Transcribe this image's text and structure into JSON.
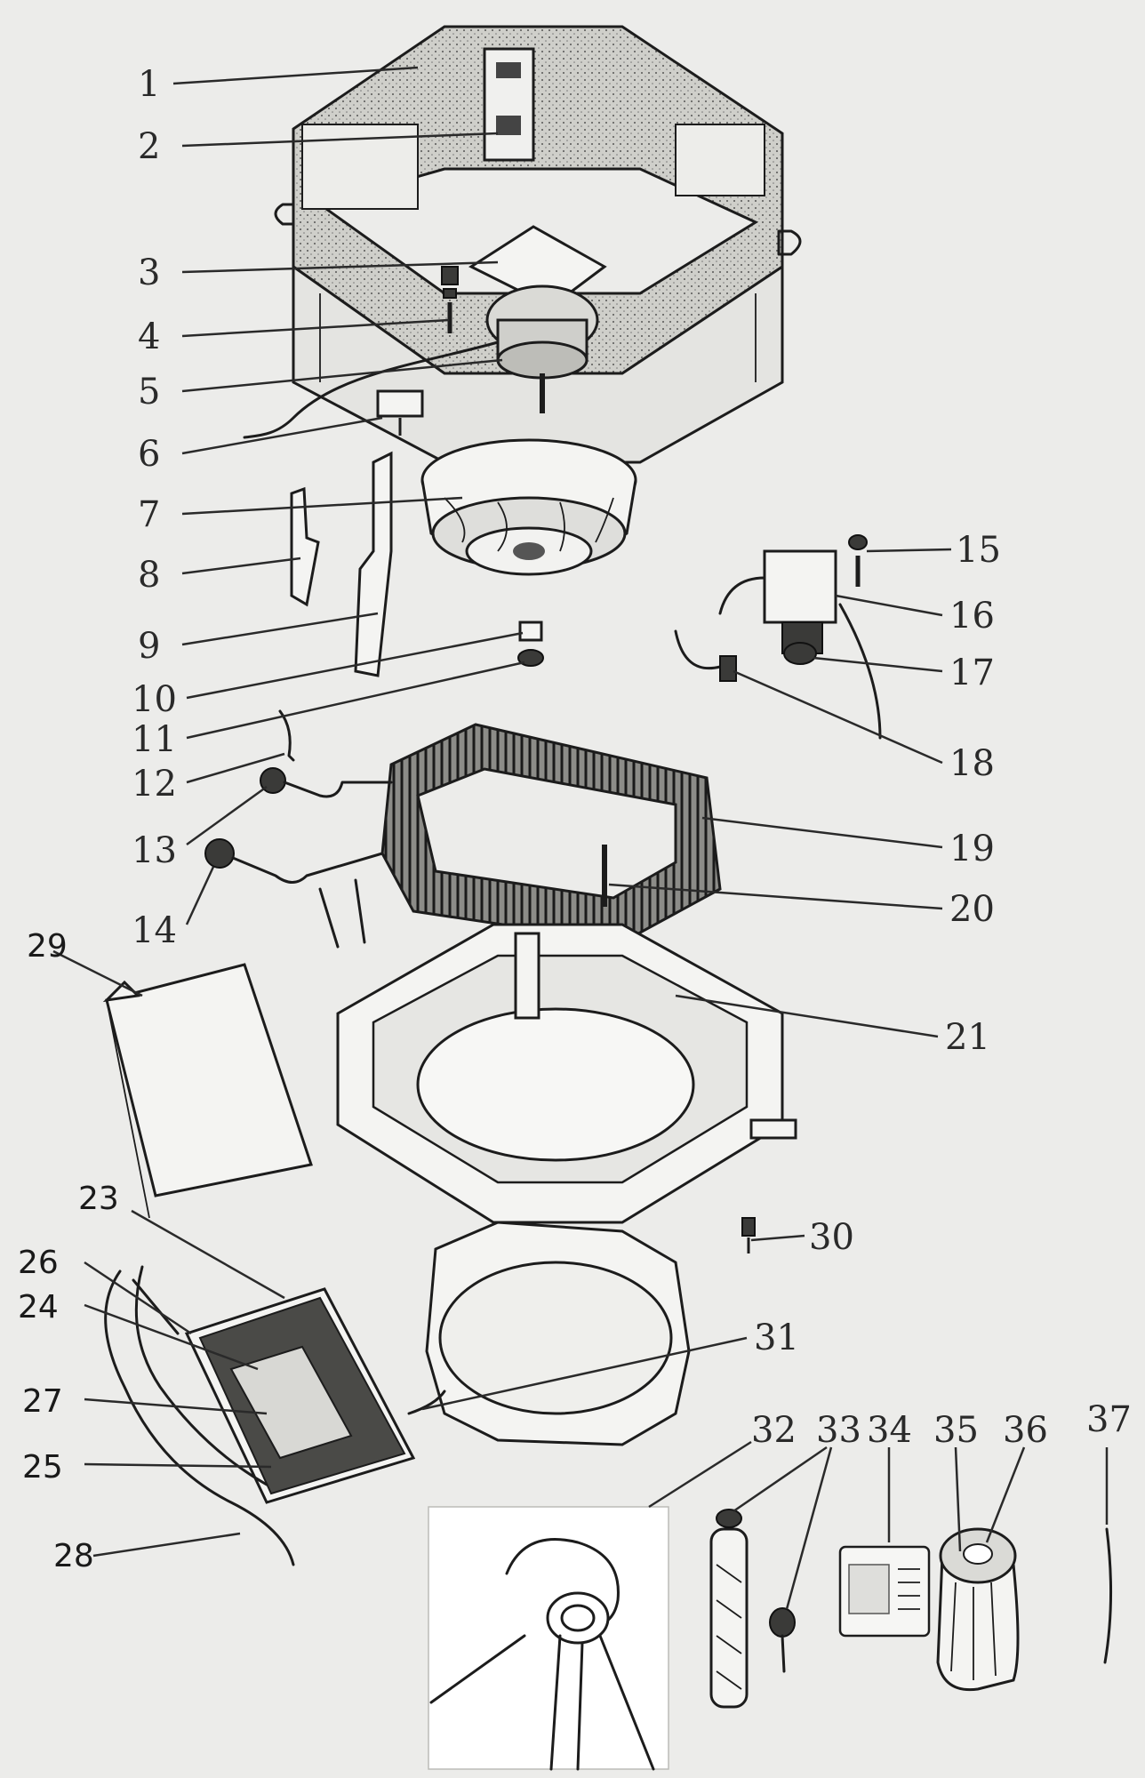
{
  "callouts": [
    {
      "id": "1"
    },
    {
      "id": "2"
    },
    {
      "id": "3"
    },
    {
      "id": "4"
    },
    {
      "id": "5"
    },
    {
      "id": "6"
    },
    {
      "id": "7"
    },
    {
      "id": "8"
    },
    {
      "id": "9"
    },
    {
      "id": "10"
    },
    {
      "id": "11"
    },
    {
      "id": "12"
    },
    {
      "id": "13"
    },
    {
      "id": "14"
    },
    {
      "id": "15"
    },
    {
      "id": "16"
    },
    {
      "id": "17"
    },
    {
      "id": "18"
    },
    {
      "id": "19"
    },
    {
      "id": "20"
    },
    {
      "id": "21"
    },
    {
      "id": "23"
    },
    {
      "id": "24"
    },
    {
      "id": "25"
    },
    {
      "id": "26"
    },
    {
      "id": "27"
    },
    {
      "id": "28"
    },
    {
      "id": "29"
    },
    {
      "id": "30"
    },
    {
      "id": "31"
    },
    {
      "id": "32"
    },
    {
      "id": "33"
    },
    {
      "id": "34"
    },
    {
      "id": "35"
    },
    {
      "id": "36"
    },
    {
      "id": "37"
    }
  ]
}
